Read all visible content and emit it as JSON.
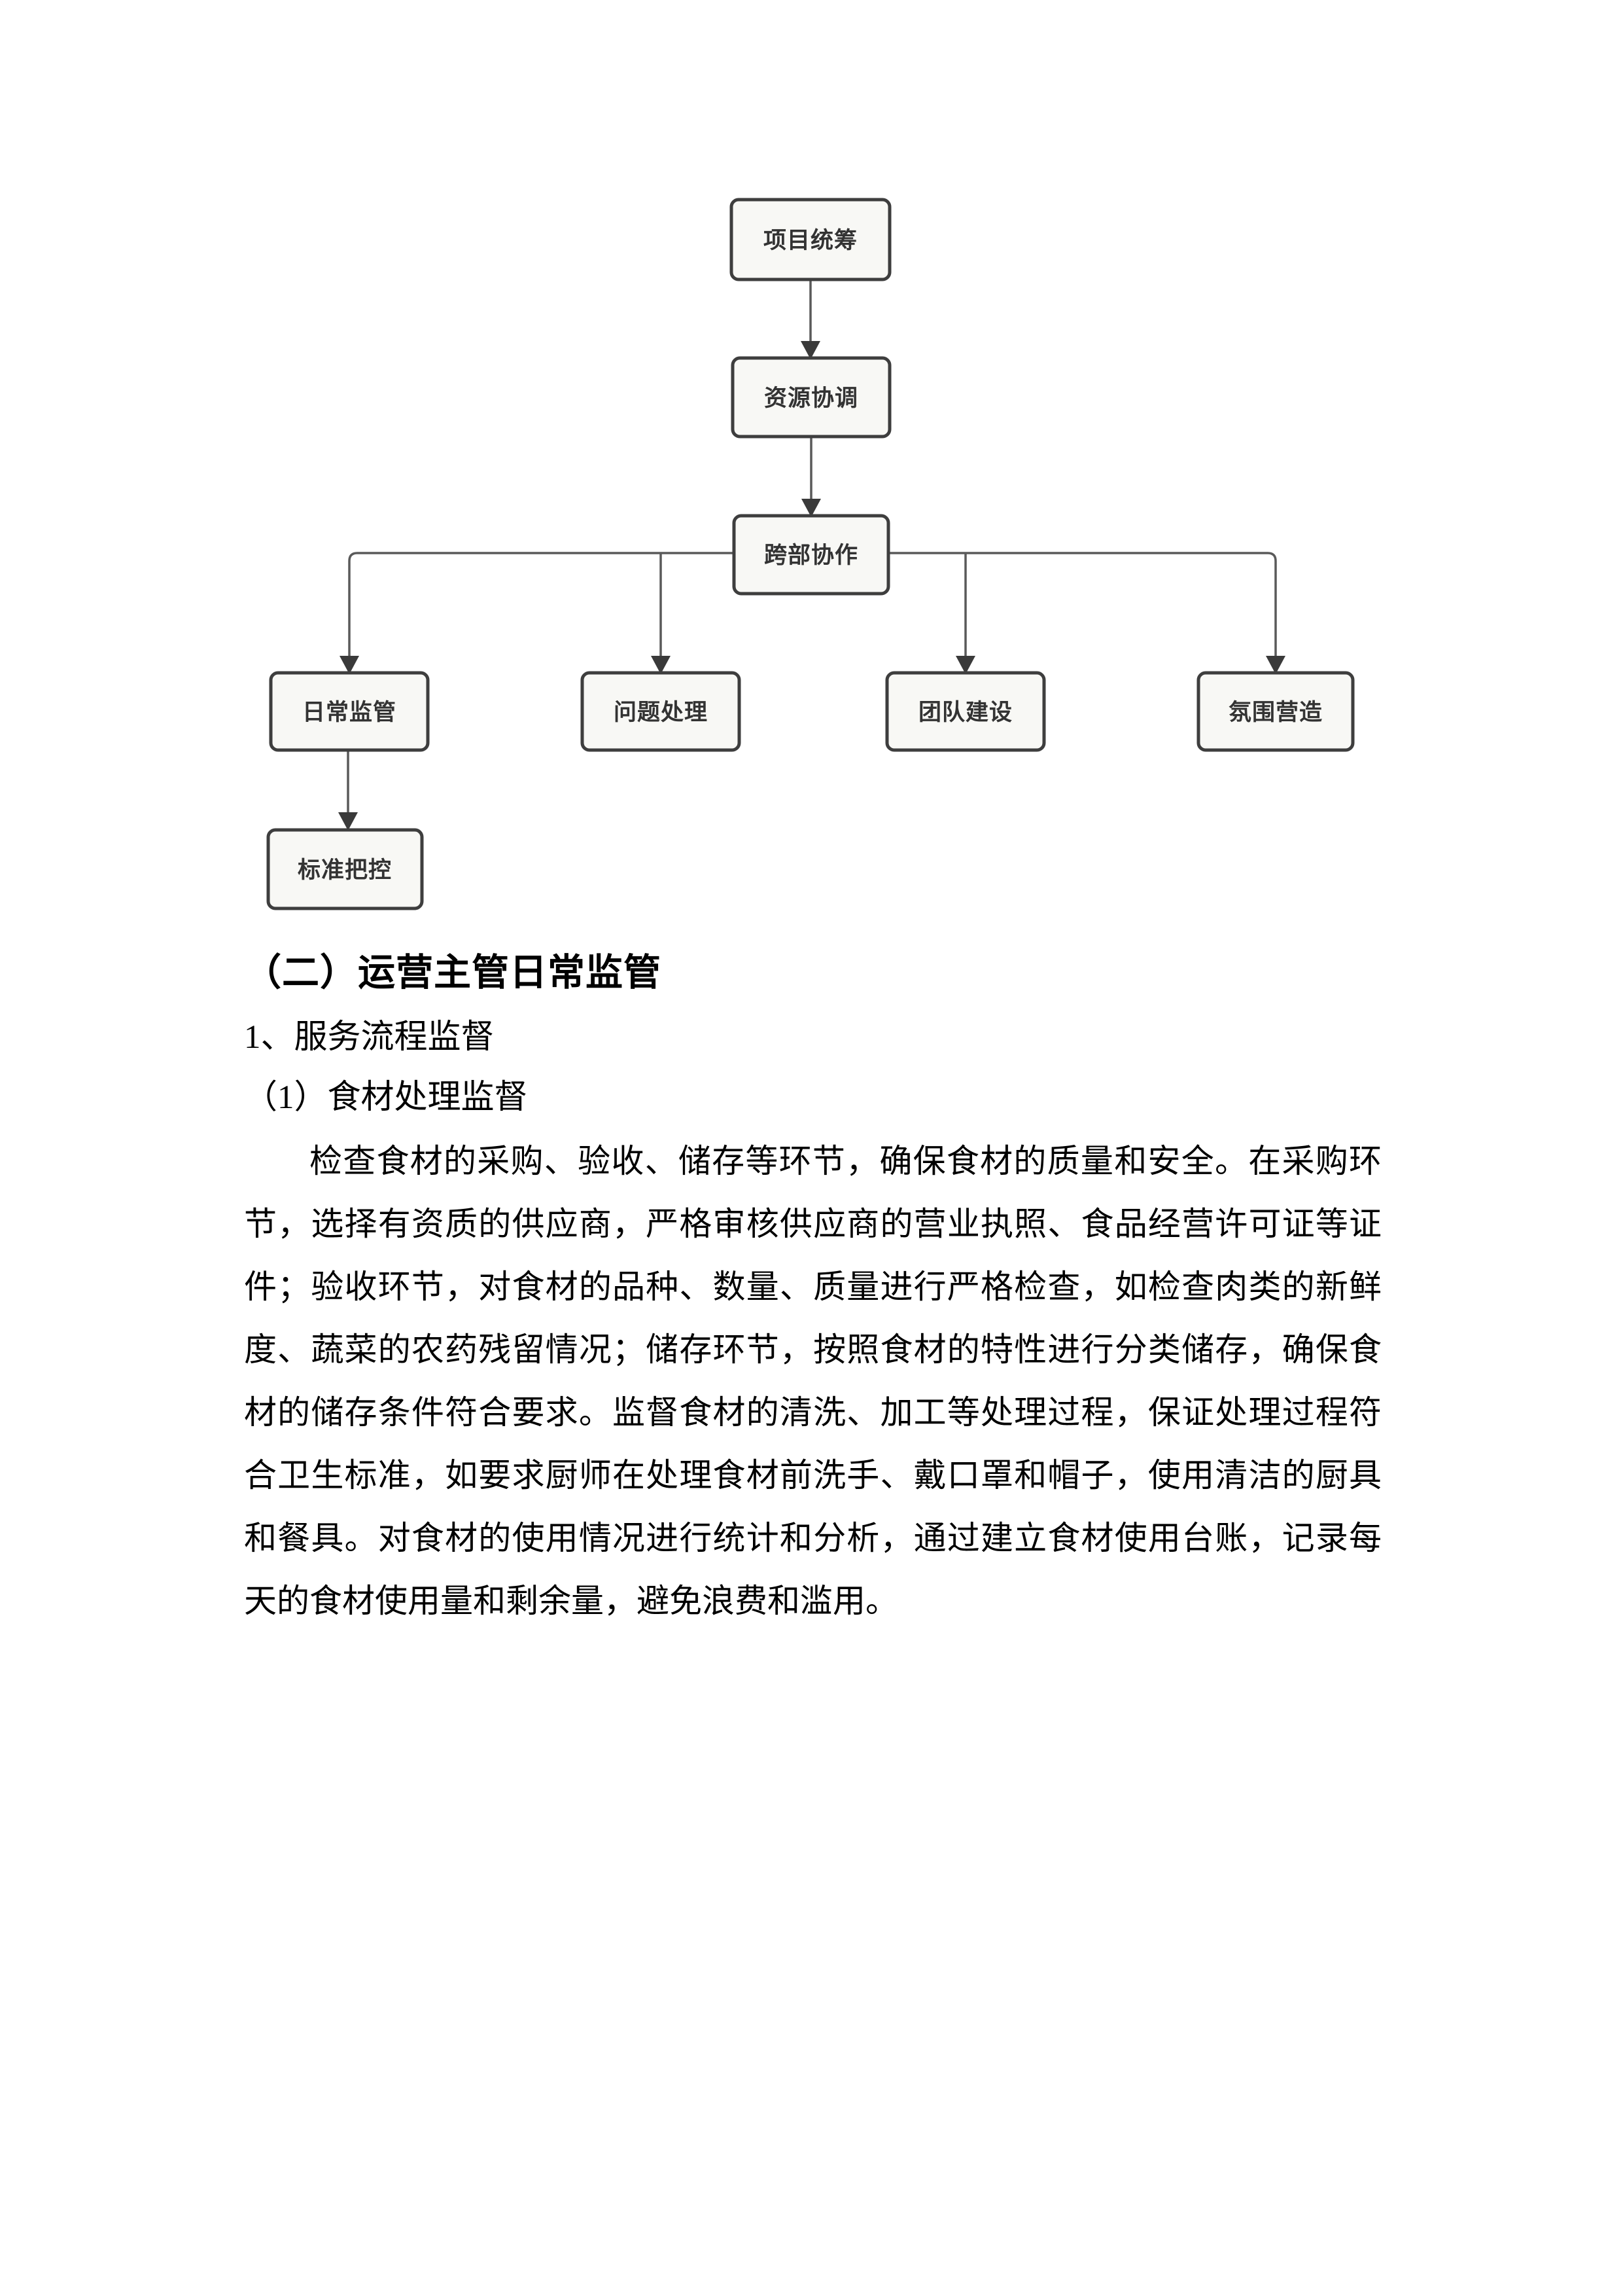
{
  "flowchart": {
    "box_fill": "#f8f8f5",
    "box_border": "#3e3e3e",
    "connector_color": "#5a5a5a",
    "nodes": {
      "project": {
        "label": "项目统筹"
      },
      "resource": {
        "label": "资源协调"
      },
      "cross": {
        "label": "跨部协作"
      },
      "daily": {
        "label": "日常监管"
      },
      "issue": {
        "label": "问题处理"
      },
      "team": {
        "label": "团队建设"
      },
      "atmosphere": {
        "label": "氛围营造"
      },
      "standard": {
        "label": "标准把控"
      }
    }
  },
  "doc": {
    "section_heading": "（二）运营主管日常监管",
    "sub_heading": "1、服务流程监督",
    "item_heading": "（1）食材处理监督",
    "paragraph_lines": [
      "检查食材的采购、验收、储存等环节，确保食材的质量和安全。在采购环",
      "节，选择有资质的供应商，严格审核供应商的营业执照、食品经营许可证等证",
      "件；验收环节，对食材的品种、数量、质量进行严格检查，如检查肉类的新鲜",
      "度、蔬菜的农药残留情况；储存环节，按照食材的特性进行分类储存，确保食",
      "材的储存条件符合要求。监督食材的清洗、加工等处理过程，保证处理过程符",
      "合卫生标准，如要求厨师在处理食材前洗手、戴口罩和帽子，使用清洁的厨具",
      "和餐具。对食材的使用情况进行统计和分析，通过建立食材使用台账，记录每",
      "天的食材使用量和剩余量，避免浪费和滥用。"
    ]
  }
}
